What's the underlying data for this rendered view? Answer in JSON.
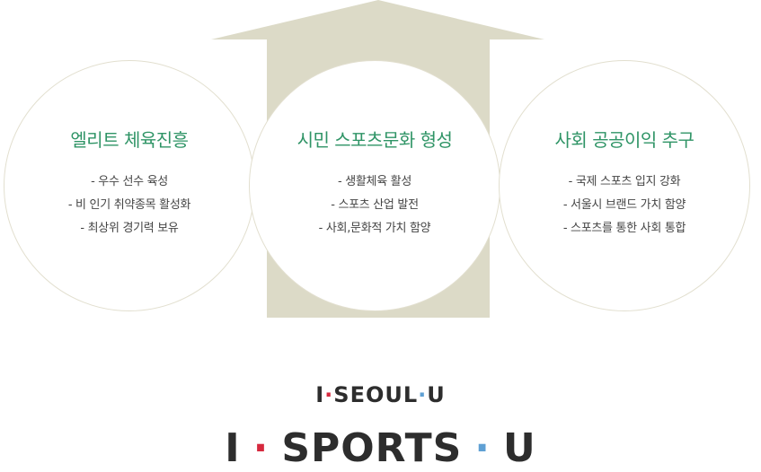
{
  "colors": {
    "arrow": "#dcdac7",
    "circle_border": "#e2dfcf",
    "title_green": "#2f9466",
    "text": "#444444",
    "logo_text": "#2d2d2d",
    "dot_red": "#d6293e",
    "dot_blue": "#5fa0d4"
  },
  "circles": [
    {
      "title": "엘리트 체육진흥",
      "items": [
        "- 우수 선수 육성",
        "- 비 인기 취약종목 활성화",
        "- 최상위 경기력 보유"
      ]
    },
    {
      "title": "시민 스포츠문화 형성",
      "items": [
        "- 생활체육 활성",
        "- 스포츠 산업 발전",
        "- 사회,문화적 가치 함양"
      ]
    },
    {
      "title": "사회 공공이익 추구",
      "items": [
        "- 국제 스포츠 입지 강화",
        "- 서울시 브랜드 가치 함양",
        "- 스포츠를 통한 사회 통합"
      ]
    }
  ],
  "logo_small": {
    "left": "I",
    "mid": "SEOUL",
    "right": "U",
    "dot": "·"
  },
  "logo_big": {
    "left": "I",
    "mid": "SPORTS",
    "right": "U",
    "dot": "·"
  }
}
